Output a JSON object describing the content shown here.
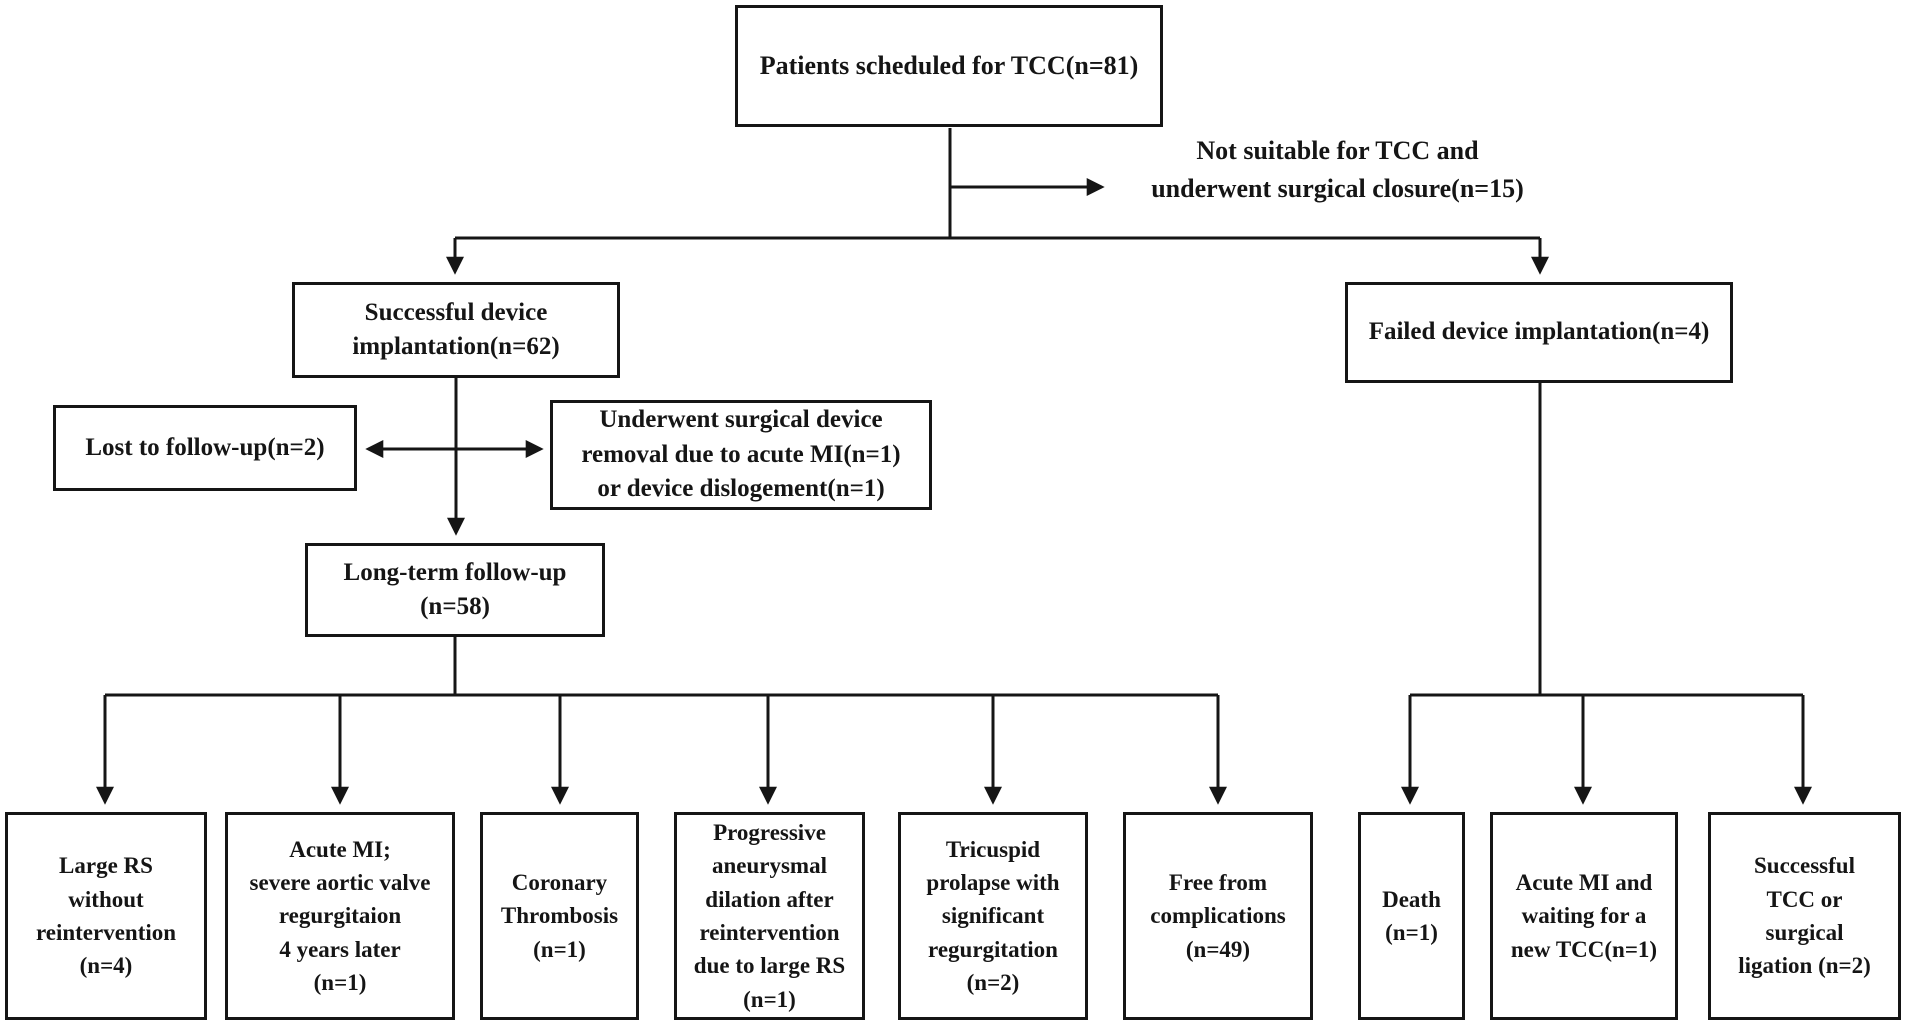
{
  "diagram": {
    "type": "flowchart",
    "colors": {
      "line": "#151515",
      "box_border": "#151515",
      "background": "#ffffff",
      "text": "#151515"
    },
    "nodes": {
      "scheduled": {
        "text": "Patients scheduled for TCC(n=81)"
      },
      "not_suitable": {
        "text": "Not suitable for TCC and\nunderwent surgical closure(n=15)"
      },
      "success": {
        "text": "Successful device\nimplantation(n=62)"
      },
      "fail": {
        "text": "Failed device implantation(n=4)"
      },
      "lost": {
        "text": "Lost to follow-up(n=2)"
      },
      "removal": {
        "text": "Underwent surgical device\nremoval due to acute MI(n=1)\nor device dislogement(n=1)"
      },
      "longterm": {
        "text": "Long-term follow-up\n(n=58)"
      },
      "large_rs": {
        "text": "Large RS\nwithout\nreintervention\n(n=4)"
      },
      "acute_mi_valve": {
        "text": "Acute MI;\nsevere aortic valve\nregurgitaion\n4 years later\n(n=1)"
      },
      "coronary": {
        "text": "Coronary\nThrombosis\n(n=1)"
      },
      "aneurysmal": {
        "text": "Progressive\naneurysmal\ndilation after\nreintervention\ndue to large RS\n(n=1)"
      },
      "tricuspid": {
        "text": "Tricuspid\nprolapse with\nsignificant\nregurgitation\n(n=2)"
      },
      "free_comp": {
        "text": "Free from\ncomplications\n(n=49)"
      },
      "death": {
        "text": "Death\n(n=1)"
      },
      "acute_mi_waiting": {
        "text": "Acute MI and\nwaiting for a\nnew TCC(n=1)"
      },
      "successful_tcc": {
        "text": "Successful\nTCC or\nsurgical\nligation (n=2)"
      }
    }
  }
}
